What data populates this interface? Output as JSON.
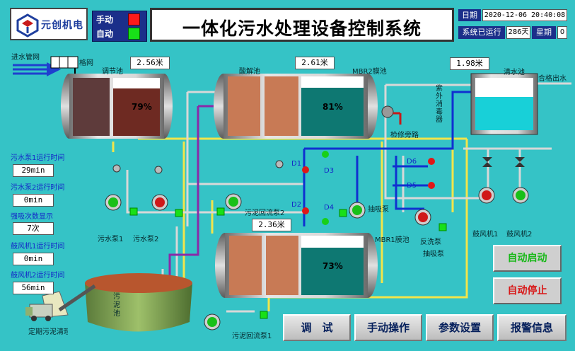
{
  "brand": {
    "name": "元创机电"
  },
  "mode": {
    "manual_label": "手动",
    "auto_label": "自动",
    "manual_color": "#ff1a1a",
    "auto_color": "#18e018"
  },
  "title": "一体化污水处理设备控制系统",
  "info": {
    "date_label": "日期",
    "date_value": "2020-12-06 20:40:08",
    "runtime_label": "系统已运行",
    "runtime_value": "286天",
    "week_label": "星期",
    "week_value": "0"
  },
  "inlet": {
    "pipe_label": "进水管网",
    "grid_label": "格网"
  },
  "tanks": {
    "adjust": {
      "name": "调节池",
      "level": "2.56米",
      "percent": "79%"
    },
    "acid": {
      "name": "酸解池"
    },
    "mbr2": {
      "name": "MBR2膜池",
      "level": "2.61米",
      "percent": "81%"
    },
    "clear": {
      "name": "清水池",
      "level": "1.98米"
    },
    "mbr1": {
      "name": "MBR1膜池",
      "level": "2.36米",
      "percent": "73%"
    },
    "sludge": {
      "name": "污泥池"
    }
  },
  "labels": {
    "outlet": "合格出水",
    "uv": "紫外消毒器",
    "bypass": "检修旁路",
    "pump1": "污水泵1",
    "pump2": "污水泵2",
    "return2": "污泥回流泵2",
    "return1": "污泥回流泵1",
    "suction": "抽吸泵",
    "backwash": "反洗泵",
    "suction2": "抽吸泵",
    "blower1": "鼓风机1",
    "blower2": "鼓风机2",
    "truck": "定期污泥清理",
    "d1": "D1",
    "d2": "D2",
    "d3": "D3",
    "d4": "D4",
    "d5": "D5",
    "d6": "D6"
  },
  "stats": {
    "p1_label": "污水泵1运行时间",
    "p1_value": "29min",
    "p2_label": "污水泵2运行时间",
    "p2_value": "0min",
    "suck_label": "强吸次数显示",
    "suck_value": "7次",
    "b1_label": "鼓风机1运行时间",
    "b1_value": "0min",
    "b2_label": "鼓风机2运行时间",
    "b2_value": "56min"
  },
  "buttons": {
    "auto_start": "自动启动",
    "auto_stop": "自动停止",
    "debug": "调　试",
    "manual": "手动操作",
    "params": "参数设置",
    "alarm": "报警信息"
  }
}
